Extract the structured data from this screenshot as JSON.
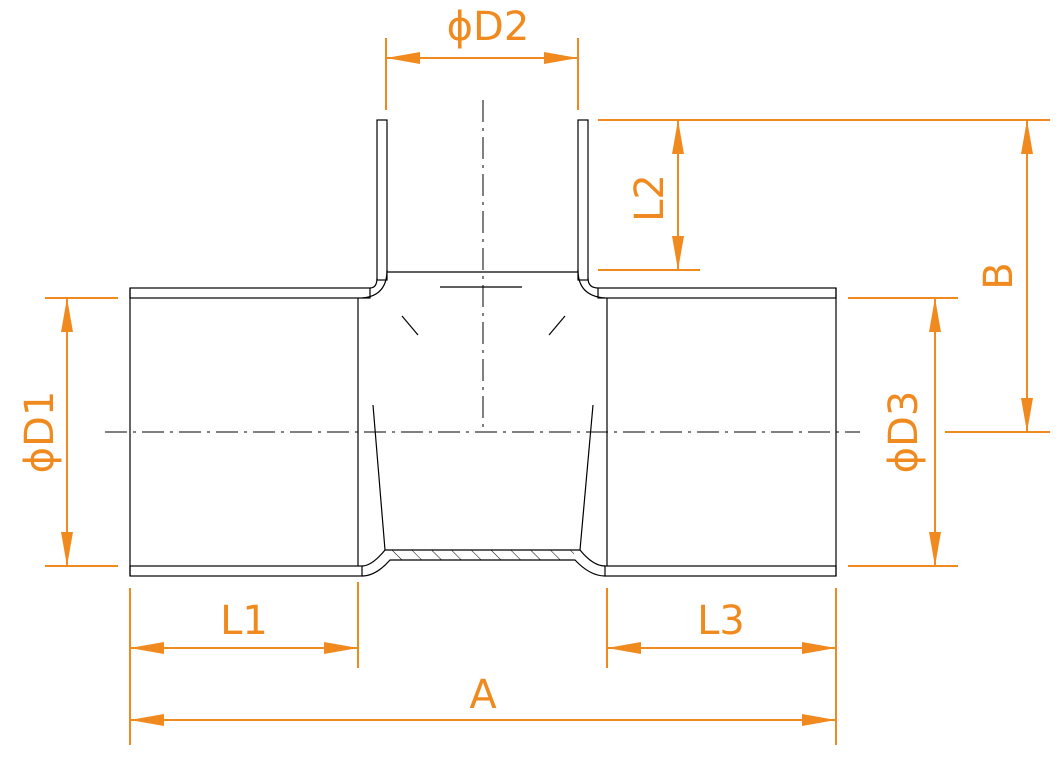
{
  "colors": {
    "dimension": "#f08a1e",
    "outline": "#000000",
    "background": "#ffffff"
  },
  "labels": {
    "d2": "ϕD2",
    "l2": "L2",
    "b": "B",
    "d1": "ϕD1",
    "d3": "ϕD3",
    "l1": "L1",
    "l3": "L3",
    "a": "A"
  }
}
